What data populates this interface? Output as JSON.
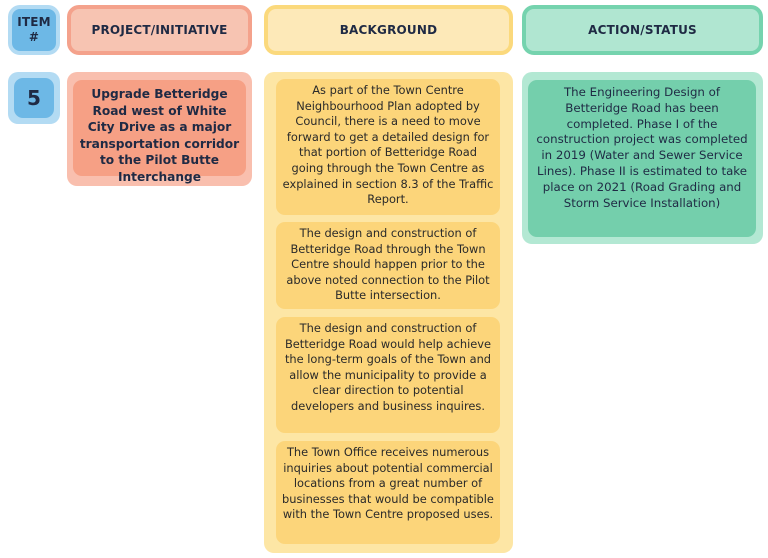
{
  "headers": {
    "item": "ITEM #",
    "project": "PROJECT/INITIATIVE",
    "background": "BACKGROUND",
    "action": "ACTION/STATUS"
  },
  "row": {
    "item_number": "5",
    "project": "Upgrade Betteridge Road west of White City Drive as a major transportation corridor to the Pilot Butte Interchange",
    "background": [
      "As part of the Town Centre Neighbourhood Plan adopted by Council, there is a need to move forward to get a detailed design for that portion of Betteridge Road going through the Town Centre as explained in section 8.3 of the Traffic Report.",
      "The design and construction of Betteridge Road through the Town Centre should happen prior to the above noted connection to the Pilot Butte intersection.",
      "The design and construction of Betteridge Road would help achieve the long-term goals of the Town and allow the municipality to provide a clear direction to potential developers and business inquires.",
      "The Town Office receives numerous inquiries about potential commercial locations from a great number of businesses that would be compatible with the Town Centre proposed uses."
    ],
    "action": "The Engineering Design of Betteridge Road has been completed.  Phase I of the construction project was completed in 2019 (Water and Sewer Service Lines).  Phase II is estimated to take place on 2021 (Road Grading and Storm Service Installation)"
  }
}
